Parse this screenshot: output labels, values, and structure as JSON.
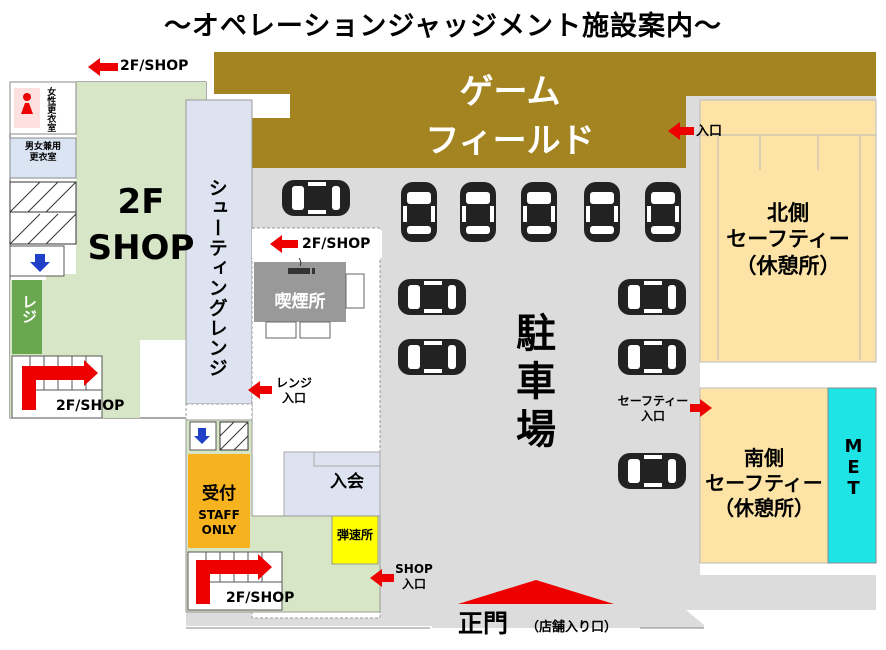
{
  "title": "～オペレーションジャッジメント施設案内～",
  "areas": {
    "game_field": "ゲーム\nフィールド",
    "shop2f": "2F\nSHOP",
    "shooting_range": "シューティングレンジ",
    "smoking": "喫煙所",
    "reception": "受付",
    "staff_only": "STAFF\nONLY",
    "register": "レジ",
    "entry_fee": "入会",
    "chrono": "弾速所",
    "parking": "駐\n車\n場",
    "north_safety": "北側\nセーフティー\n（休憩所）",
    "south_safety": "南側\nセーフティー\n（休憩所）",
    "met": "MET",
    "women_changing": "女性更衣室",
    "unisex_changing": "男女兼用\n更衣室"
  },
  "signs": {
    "shop_link": "2F/SHOP",
    "entrance": "入口",
    "range_entrance": "レンジ\n入口",
    "safety_entrance": "セーフティー\n入口",
    "shop_entrance": "SHOP\n入口",
    "main_gate": "正門",
    "main_gate_note": "（店舗入り口）"
  },
  "icons": [
    "arrow-left-icon",
    "arrow-right-icon",
    "arrow-up-icon",
    "car-icon",
    "toilet-icon",
    "women-icon",
    "smoking-icon",
    "stairs-icon"
  ],
  "colors": {
    "game_field": "#a38420",
    "building": "#d8e6c8",
    "range": "#dde3f0",
    "parking": "#dcdcdc",
    "safety": "#fde3a6",
    "met": "#1ee4e6",
    "reception": "#f6b21f",
    "chrono": "#ffff00",
    "register": "#6aa84f",
    "smoking": "#999999",
    "arrow": "#ee0000"
  }
}
